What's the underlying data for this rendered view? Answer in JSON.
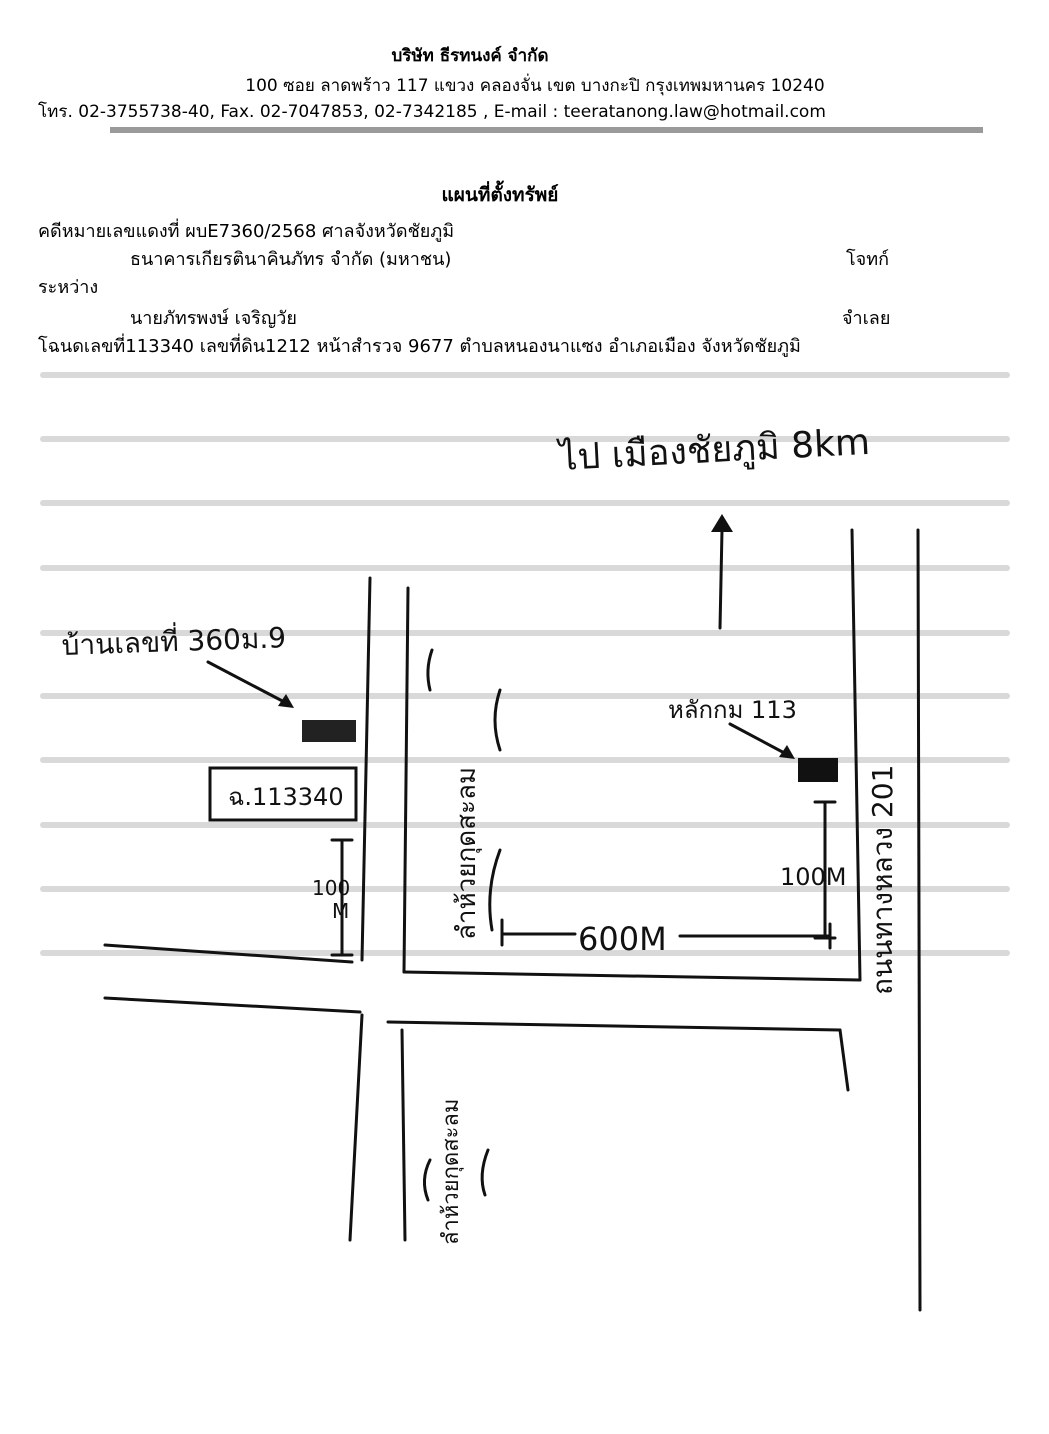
{
  "header": {
    "company": "บริษัท ธีรทนงค์ จำกัด",
    "address": "100 ซอย ลาดพร้าว 117 แขวง คลองจั่น เขต บางกะปิ กรุงเทพมหานคร 10240",
    "contact": "โทร. 02-3755738-40, Fax. 02-7047853, 02-7342185 , E-mail : teeratanong.law@hotmail.com"
  },
  "document": {
    "title": "แผนที่ตั้งทรัพย์",
    "case_line": "คดีหมายเลขแดงที่ ผบE7360/2568 ศาลจังหวัดชัยภูมิ",
    "plaintiff_name": "ธนาคารเกียรตินาคินภัทร จำกัด (มหาชน)",
    "plaintiff_role": "โจทก์",
    "between": "ระหว่าง",
    "defendant_name": "นายภัทรพงษ์ เจริญวัย",
    "defendant_role": "จำเลย",
    "deed_line": "โฉนดเลขที่113340 เลขที่ดิน1212 หน้าสำรวจ 9677 ตำบลหนองนาแซง อำเภอเมือง จังหวัดชัยภูมิ"
  },
  "map": {
    "to_city": "ไป เมืองชัยภูมิ 8km",
    "house_label": "บ้านเลขที่ 360ม.9",
    "deed_box": "ฉ.113340",
    "km_marker": "หลักกม 113",
    "dist_left": "100",
    "dist_left_unit": "M",
    "dist_right": "100M",
    "dist_horizontal": "600M",
    "stream_upper": "ลำห้วยกุดสะลม",
    "stream_lower": "ลำห้วยกุดสะลม",
    "highway": "ถนนทางหลวง 201"
  }
}
